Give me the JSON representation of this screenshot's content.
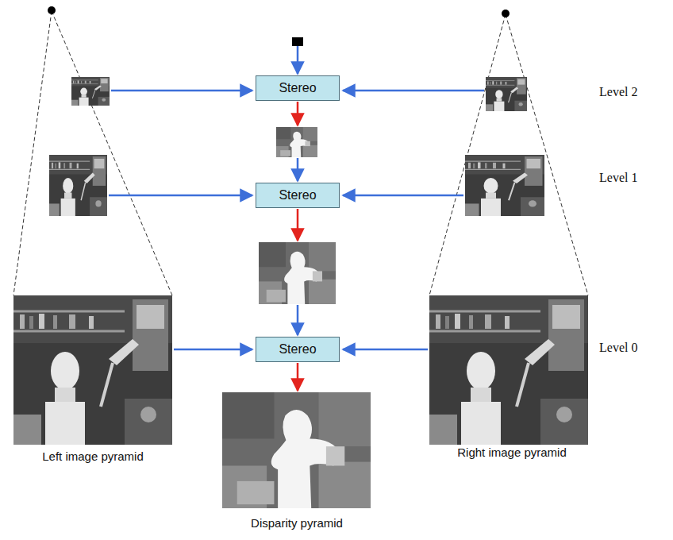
{
  "diagram": {
    "nodes": [
      {
        "text": [
          "Stereo"
        ]
      },
      {
        "text": [
          "Stereo"
        ]
      },
      {
        "text": [
          "Stereo"
        ]
      }
    ],
    "labels": [
      "Level 2",
      "Level 1",
      "Level 0",
      "Left image pyramid",
      "Disparity pyramid",
      "Right image pyramid"
    ]
  }
}
